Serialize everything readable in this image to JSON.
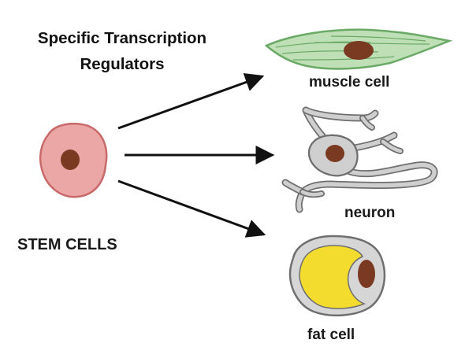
{
  "title": {
    "line1": "Specific Transcription",
    "line2": "Regulators"
  },
  "labels": {
    "stem": "STEM CELLS",
    "muscle": "muscle cell",
    "neuron": "neuron",
    "fat": "fat cell"
  },
  "colors": {
    "stem_fill": "#eba6a6",
    "stem_stroke": "#c96a6a",
    "nucleus": "#7a3a22",
    "muscle_fill": "#bfe0b6",
    "muscle_stroke": "#6aaa66",
    "neuron_fill": "#cfcfcf",
    "neuron_stroke": "#6f6f6f",
    "fat_ring": "#d6d6d6",
    "fat_droplet": "#f3dc2e",
    "arrow": "#111111"
  }
}
